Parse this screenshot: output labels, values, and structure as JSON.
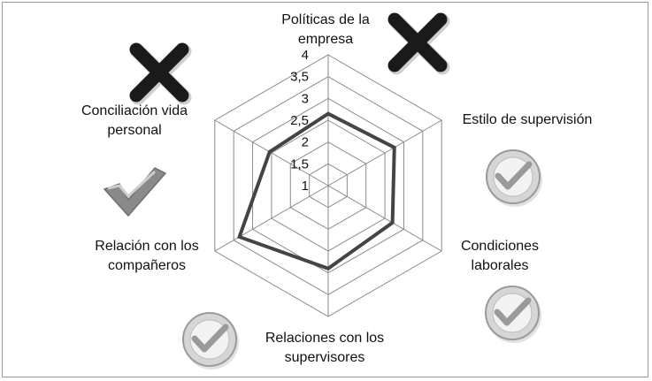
{
  "chart_data": {
    "type": "radar",
    "categories": [
      [
        "Políticas de la",
        "empresa"
      ],
      [
        "Estilo de supervisión"
      ],
      [
        "Condiciones",
        "laborales"
      ],
      [
        "Relaciones con los",
        "supervisores"
      ],
      [
        "Relación con los",
        "compañeros"
      ],
      [
        "Conciliación vida",
        "personal"
      ]
    ],
    "series": [
      {
        "values": [
          2.65,
          2.75,
          2.7,
          2.9,
          3.35,
          2.55
        ]
      }
    ],
    "ticks": [
      "1",
      "1,5",
      "2",
      "2,5",
      "3",
      "3,5",
      "4"
    ],
    "rlim": [
      1,
      4
    ],
    "grid": true,
    "legend": "none",
    "status_icons": [
      "cross",
      "check",
      "check",
      "check",
      "check",
      "cross"
    ],
    "colors": {
      "grid": "#8a8a8a",
      "series": "#444444",
      "cross": "#1a1a1a",
      "check": "#9a9a9a"
    }
  }
}
